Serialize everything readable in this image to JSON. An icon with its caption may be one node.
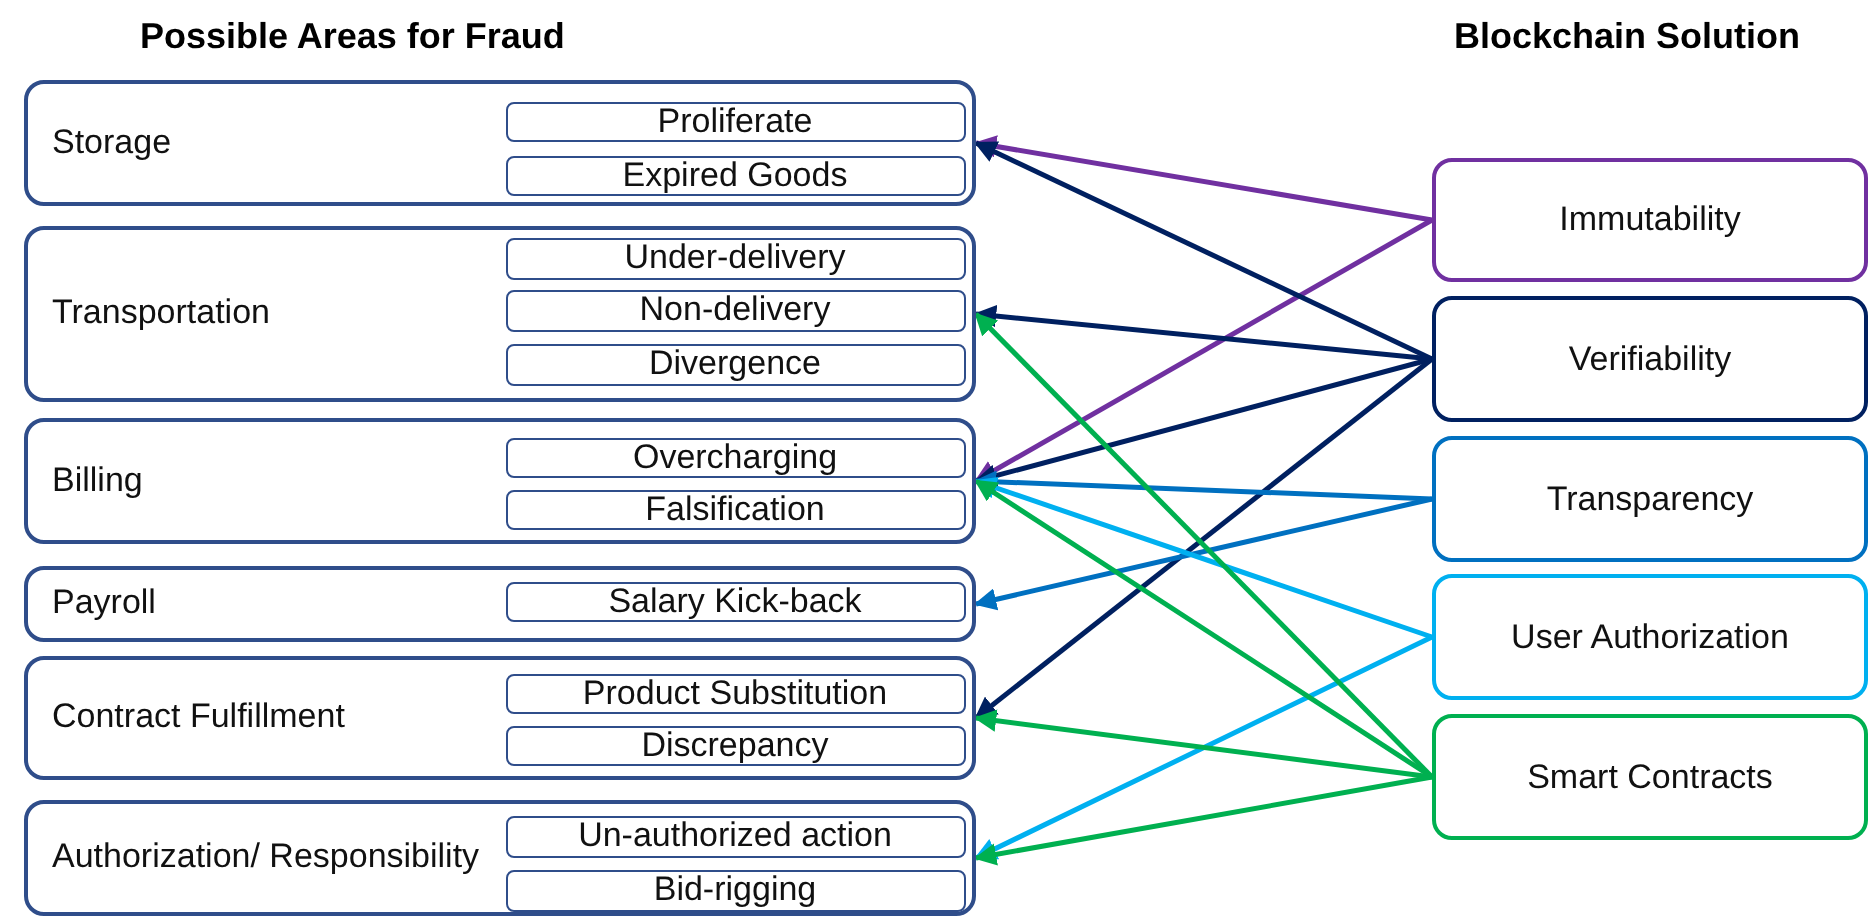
{
  "diagram": {
    "nodes": [
      {
        "text": [
          "Storage"
        ]
      },
      {
        "text": [
          "Proliferate"
        ],
        "in": 0
      },
      {
        "text": [
          "Expired Goods"
        ],
        "in": 0
      },
      {
        "text": [
          "Transportation"
        ]
      },
      {
        "text": [
          "Under-delivery"
        ],
        "in": 3
      },
      {
        "text": [
          "Non-delivery"
        ],
        "in": 3
      },
      {
        "text": [
          "Divergence"
        ],
        "in": 3
      },
      {
        "text": [
          "Billing"
        ]
      },
      {
        "text": [
          "Overcharging"
        ],
        "in": 7
      },
      {
        "text": [
          "Falsification"
        ],
        "in": 7
      },
      {
        "text": [
          "Payroll"
        ]
      },
      {
        "text": [
          "Salary Kick-back"
        ],
        "in": 10
      },
      {
        "text": [
          "Contract Fulfillment"
        ]
      },
      {
        "text": [
          "Product Substitution"
        ],
        "in": 12
      },
      {
        "text": [
          "Discrepancy"
        ],
        "in": 12
      },
      {
        "text": [
          "Authorization/ Responsibility"
        ]
      },
      {
        "text": [
          "Un-authorized action"
        ],
        "in": 15
      },
      {
        "text": [
          "Bid-rigging"
        ],
        "in": 15
      },
      {
        "text": [
          "Immutability"
        ]
      },
      {
        "text": [
          "Verifiability"
        ]
      },
      {
        "text": [
          "Transparency"
        ]
      },
      {
        "text": [
          "User Authorization"
        ]
      },
      {
        "text": [
          "Smart Contracts"
        ]
      }
    ],
    "edges": [
      {
        "from": 18,
        "to": 0,
        "arrow": "to",
        "color": "#7030a0"
      },
      {
        "from": 18,
        "to": 7,
        "arrow": "to",
        "color": "#7030a0"
      },
      {
        "from": 19,
        "to": 0,
        "arrow": "to",
        "color": "#002060"
      },
      {
        "from": 19,
        "to": 3,
        "arrow": "to",
        "color": "#002060"
      },
      {
        "from": 19,
        "to": 7,
        "arrow": "to",
        "color": "#002060"
      },
      {
        "from": 19,
        "to": 12,
        "arrow": "to",
        "color": "#002060"
      },
      {
        "from": 20,
        "to": 7,
        "arrow": "to",
        "color": "#0070c0"
      },
      {
        "from": 20,
        "to": 10,
        "arrow": "to",
        "color": "#0070c0"
      },
      {
        "from": 21,
        "to": 7,
        "arrow": "to",
        "color": "#00b0f0"
      },
      {
        "from": 21,
        "to": 15,
        "arrow": "to",
        "color": "#00b0f0"
      },
      {
        "from": 22,
        "to": 3,
        "arrow": "to",
        "color": "#00b050"
      },
      {
        "from": 22,
        "to": 7,
        "arrow": "to",
        "color": "#00b050"
      },
      {
        "from": 22,
        "to": 12,
        "arrow": "to",
        "color": "#00b050"
      },
      {
        "from": 22,
        "to": 15,
        "arrow": "to",
        "color": "#00b050"
      }
    ],
    "labels": [
      "Possible Areas for Fraud",
      "Blockchain Solution"
    ]
  }
}
